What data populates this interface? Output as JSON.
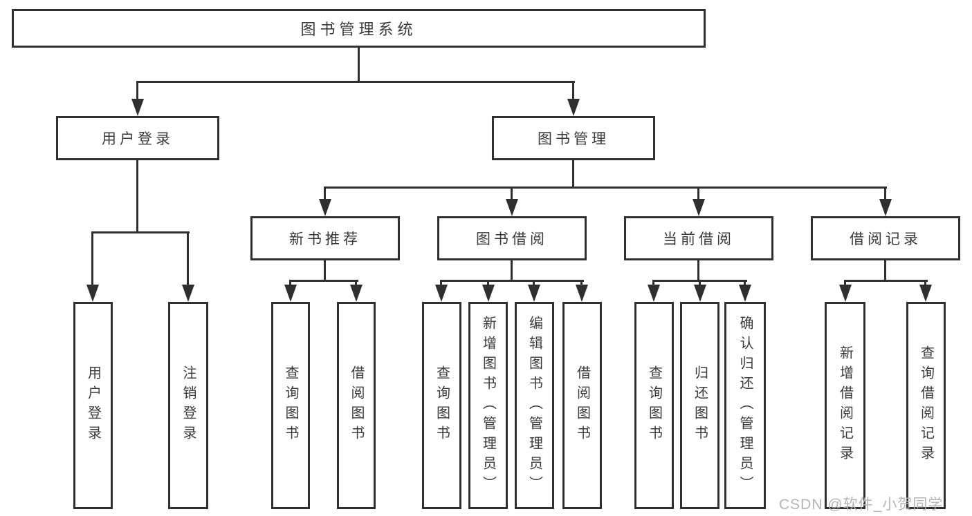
{
  "colors": {
    "line": "#2f2f2f",
    "text": "#3a3a3a",
    "background": "#ffffff",
    "watermark_text": "#b4b4b4"
  },
  "watermark": "CSDN @软件_小贺同学",
  "tree": {
    "root": "图书管理系统",
    "branches": [
      {
        "label": "用户登录",
        "children": [
          "用户登录",
          "注销登录"
        ]
      },
      {
        "label": "图书管理",
        "groups": [
          {
            "label": "新书推荐",
            "children": [
              "查询图书",
              "借阅图书"
            ]
          },
          {
            "label": "图书借阅",
            "children": [
              "查询图书",
              "新增图书（管理员）",
              "编辑图书（管理员）",
              "借阅图书"
            ]
          },
          {
            "label": "当前借阅",
            "children": [
              "查询图书",
              "归还图书",
              "确认归还（管理员）"
            ]
          },
          {
            "label": "借阅记录",
            "children": [
              "新增借阅记录",
              "查询借阅记录"
            ]
          }
        ]
      }
    ]
  }
}
